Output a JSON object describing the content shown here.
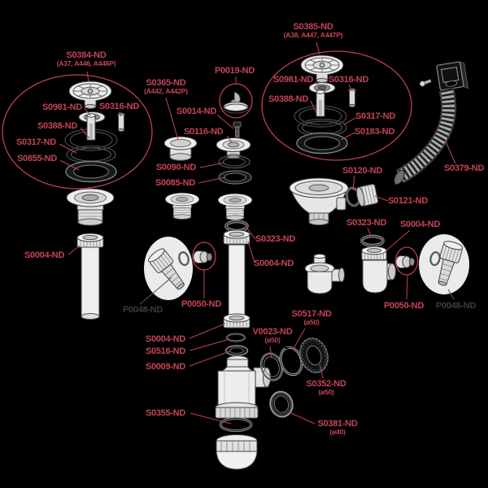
{
  "colors": {
    "background": "#000000",
    "label_red": "#c34456",
    "label_dark": "#3d3d3d",
    "leader_line": "#b93f50",
    "group_circle": "#bf4052",
    "spotlight_gray": "#ebebeb"
  },
  "assemblies": {
    "left_circle": {
      "label": "S0384-ND",
      "variants": "(A37, A446, A446P)",
      "parts": [
        "S0981-ND",
        "S0316-ND",
        "S0388-ND",
        "S0317-ND",
        "S0855-ND"
      ]
    },
    "right_circle": {
      "label": "S0385-ND",
      "variants": "(A38, A447, A447P)",
      "parts": [
        "S0981-ND",
        "S0316-ND",
        "S0388-ND",
        "S0317-ND",
        "S0183-ND"
      ]
    }
  },
  "labels": {
    "s0384": {
      "text": "S0384-ND",
      "sub": "(A37, A446, A446P)"
    },
    "s0981_left": {
      "text": "S0981-ND"
    },
    "s0316_left": {
      "text": "S0316-ND"
    },
    "s0388_left": {
      "text": "S0388-ND"
    },
    "s0317_left": {
      "text": "S0317-ND"
    },
    "s0855": {
      "text": "S0855-ND"
    },
    "s0365": {
      "text": "S0365-ND",
      "sub": "(A442, A442P)"
    },
    "p0019": {
      "text": "P0019-ND"
    },
    "s0014": {
      "text": "S0014-ND"
    },
    "s0116": {
      "text": "S0116-ND"
    },
    "s0090": {
      "text": "S0090-ND"
    },
    "s0085": {
      "text": "S0085-ND"
    },
    "s0385": {
      "text": "S0385-ND",
      "sub": "(A38, A447, A447P)"
    },
    "s0981_right": {
      "text": "S0981-ND"
    },
    "s0316_right": {
      "text": "S0316-ND"
    },
    "s0388_right": {
      "text": "S0388-ND"
    },
    "s0317_right": {
      "text": "S0317-ND"
    },
    "s0183": {
      "text": "S0183-ND"
    },
    "s0379": {
      "text": "S0379-ND"
    },
    "s0120": {
      "text": "S0120-ND"
    },
    "s0121": {
      "text": "S0121-ND"
    },
    "s0004_left": {
      "text": "S0004-ND"
    },
    "s0323_center": {
      "text": "S0323-ND"
    },
    "s0004_center": {
      "text": "S0004-ND"
    },
    "p0050_left": {
      "text": "P0050-ND"
    },
    "p0048_left": {
      "text": "P0048-ND"
    },
    "s0004_bottom": {
      "text": "S0004-ND"
    },
    "s0516": {
      "text": "S0516-ND"
    },
    "s0009": {
      "text": "S0009-ND"
    },
    "s0355": {
      "text": "S0355-ND"
    },
    "v0023": {
      "text": "V0023-ND",
      "sub": "(ø50)"
    },
    "s0517": {
      "text": "S0517-ND",
      "sub": "(ø50)"
    },
    "s0352": {
      "text": "S0352-ND",
      "sub": "(ø50)"
    },
    "s0381": {
      "text": "S0381-ND",
      "sub": "(ø40)"
    },
    "s0323_right": {
      "text": "S0323-ND"
    },
    "s0004_right": {
      "text": "S0004-ND"
    },
    "p0050_right": {
      "text": "P0050-ND"
    },
    "p0048_right": {
      "text": "P0048-ND"
    }
  }
}
